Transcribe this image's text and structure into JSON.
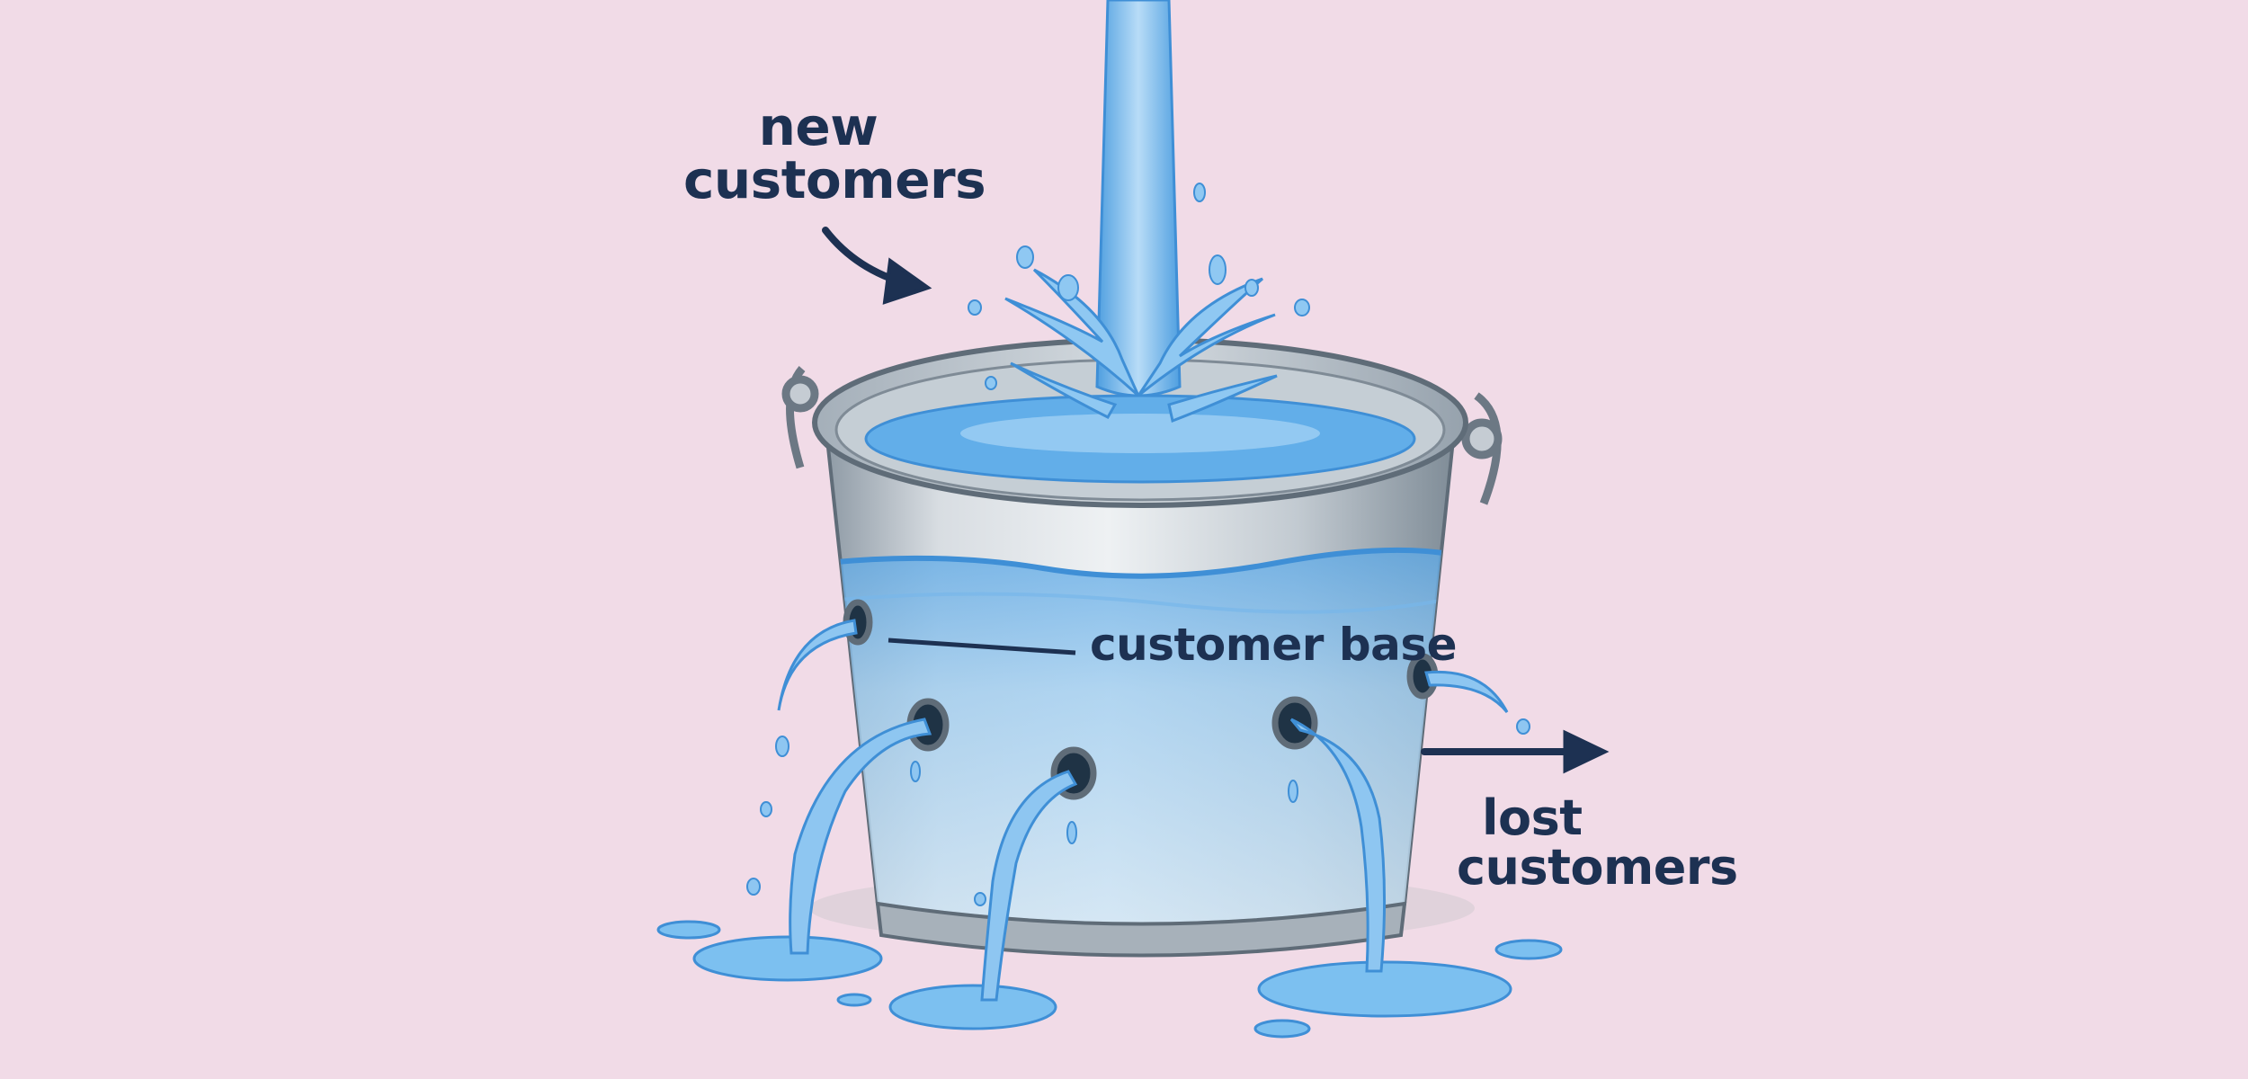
{
  "labels": {
    "new_customers": [
      "new",
      "customers"
    ],
    "customer_base": "customer base",
    "lost_customers": [
      "lost",
      "customers"
    ]
  },
  "colors": {
    "background": "#f1dbe7",
    "text": "#1d3152",
    "water": "#6fb9ee",
    "metal": "#b9c3cc"
  }
}
